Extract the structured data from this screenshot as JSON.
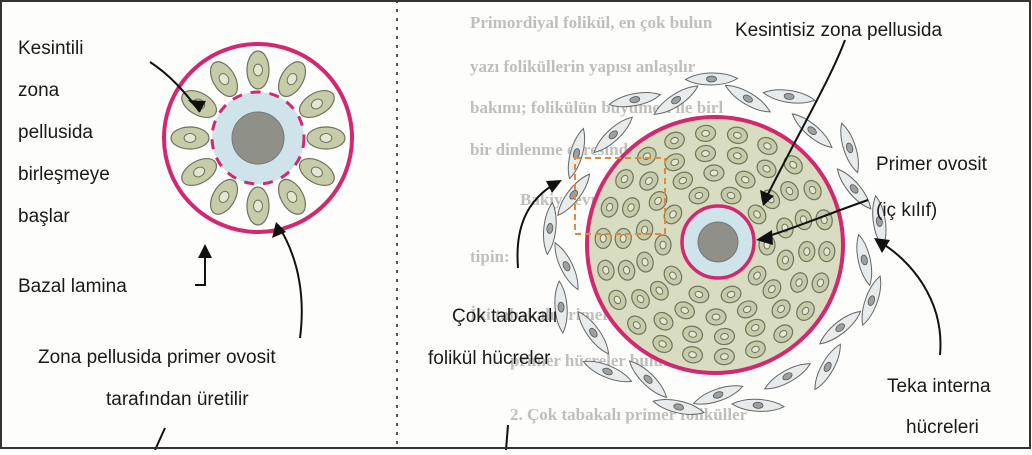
{
  "labels": {
    "left_line1": "Kesintili",
    "left_line2": "zona",
    "left_line3": "pellusida",
    "left_line4": "birleşmeye",
    "left_line5": "başlar",
    "bazal": "Bazal lamina",
    "zona_line1": "Zona pellusida primer ovosit",
    "zona_line2": "tarafından üretilir",
    "kesintisiz": "Kesintisiz zona pellusida",
    "primer_line1": "Primer ovosit",
    "primer_line2": "(iç kılıf)",
    "cok_line1": "Çok tabakalı",
    "cok_line2": "folikül hücreler",
    "teka_line1": "Teka interna",
    "teka_line2": "hücreleri"
  },
  "background_text": [
    "Primordiyal folikül, en çok bulun",
    "yazı foliküllerin yapısı anlaşılır",
    "bakımı; folikülün büyümesi ile birl",
    "bir dinlenme evresinde bulunur.",
    "Bakiye evredeki oositin folikü",
    "tipin:",
    "İki tabakalı primer foliküller",
    "primer hücreler bulunur.",
    "2. Çok tabakalı primer foliküller"
  ],
  "colors": {
    "membrane": "#d2286e",
    "zona": "#cfe3ea",
    "nucleus": "#8f9088",
    "cell_fill": "#c6cba8",
    "cell_stroke": "#6f7360",
    "teka_fill": "#e7ebec",
    "box": "#e08a3a"
  }
}
